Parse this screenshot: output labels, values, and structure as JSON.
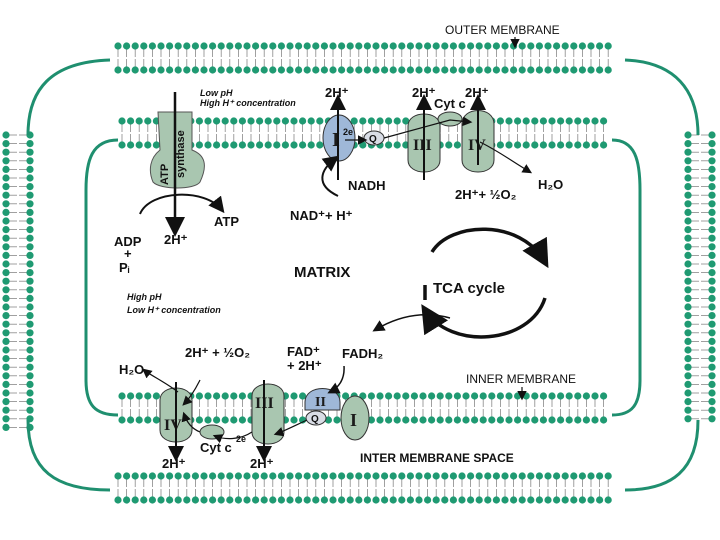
{
  "labels": {
    "outer_membrane": "OUTER MEMBRANE",
    "inner_membrane": "INNER MEMBRANE",
    "inter_membrane_space": "INTER MEMBRANE SPACE",
    "matrix": "MATRIX",
    "tca_cycle": "TCA cycle",
    "low_ph_line1": "Low pH",
    "low_ph_line2": "High H⁺ concentration",
    "high_ph_line1": "High pH",
    "high_ph_line2": "Low H⁺ concentration"
  },
  "atp_synthase": {
    "label_line1": "ATP",
    "label_line2": "synthase"
  },
  "top_chain": {
    "proton_1": "2H⁺",
    "proton_2": "2H⁺",
    "proton_3": "2H⁺",
    "cyt_c": "Cyt c",
    "complex_1": "I",
    "complex_3": "III",
    "complex_4": "IV",
    "electrons": "2e",
    "q": "Q",
    "nadh": "NADH",
    "nad": "NAD⁺+ H⁺",
    "oxygen": "2H⁺+ ½O₂",
    "water": "H₂O"
  },
  "atp_reaction": {
    "adp": "ADP",
    "plus": "+",
    "pi": "Pᵢ",
    "atp": "ATP",
    "proton": "2H⁺"
  },
  "bottom_chain": {
    "water": "H₂O",
    "oxygen": "2H⁺ + ½O₂",
    "fad_line1": "FAD⁺",
    "fad_line2": "+ 2H⁺",
    "fadh2": "FADH₂",
    "complex_4": "IV",
    "complex_3": "III",
    "complex_2": "II",
    "complex_1": "I",
    "q": "Q",
    "electrons": "2e",
    "cyt_c": "Cyt c",
    "proton_1": "2H⁺",
    "proton_2": "2H⁺"
  },
  "colors": {
    "membrane": "#1f8f6f",
    "lipid_head": "#1f9a72",
    "complex_green": "#a9c6b0",
    "complex_blue": "#9fb8d8",
    "outline": "#333333"
  }
}
